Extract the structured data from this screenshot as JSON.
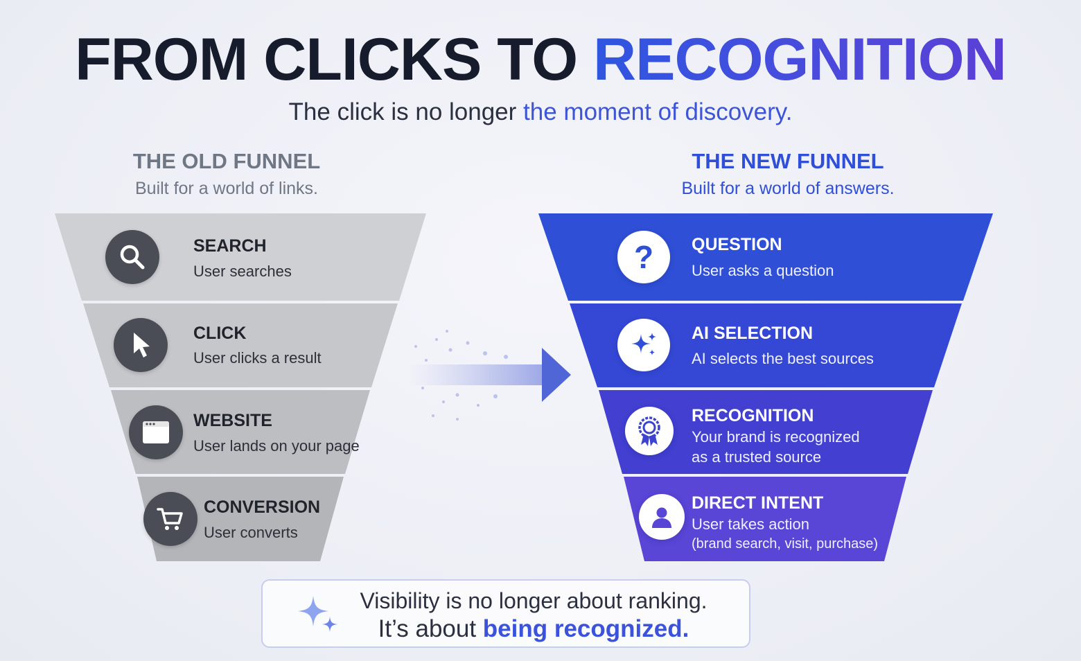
{
  "title": {
    "part1": "FROM CLICKS TO ",
    "highlight": "RECOGNITION"
  },
  "subtitle": {
    "part1": "The click is no longer ",
    "highlight": "the moment of discovery."
  },
  "old_funnel": {
    "heading": "THE OLD FUNNEL",
    "subheading": "Built for a world of links.",
    "steps": [
      {
        "title": "SEARCH",
        "desc": "User searches",
        "icon": "search-icon"
      },
      {
        "title": "CLICK",
        "desc": "User clicks a result",
        "icon": "cursor-icon"
      },
      {
        "title": "WEBSITE",
        "desc": "User lands on your page",
        "icon": "browser-window-icon"
      },
      {
        "title": "CONVERSION",
        "desc": "User converts",
        "icon": "shopping-cart-icon"
      }
    ]
  },
  "new_funnel": {
    "heading": "THE NEW FUNNEL",
    "subheading": "Built for a world of answers.",
    "steps": [
      {
        "title": "QUESTION",
        "desc": "User asks a question",
        "icon": "question-mark-icon"
      },
      {
        "title": "AI SELECTION",
        "desc": "AI selects the best sources",
        "icon": "sparkle-icon"
      },
      {
        "title": "RECOGNITION",
        "desc": "Your brand is recognized",
        "desc2": "as a trusted source",
        "icon": "award-ribbon-icon"
      },
      {
        "title": "DIRECT INTENT",
        "desc": "User takes action",
        "desc2": "(brand search, visit, purchase)",
        "icon": "user-icon"
      }
    ]
  },
  "callout": {
    "line1": "Visibility is no longer about ranking.",
    "line2_part1": "It’s about ",
    "line2_highlight": "being recognized."
  },
  "colors": {
    "old_bands": [
      "#cfd0d4",
      "#c7c8cc",
      "#bebfc3",
      "#b5b6ba"
    ],
    "new_bands": [
      "#2f4fd6",
      "#3548d6",
      "#423fd2",
      "#5a45d8"
    ],
    "accent": "#3a52dc"
  }
}
